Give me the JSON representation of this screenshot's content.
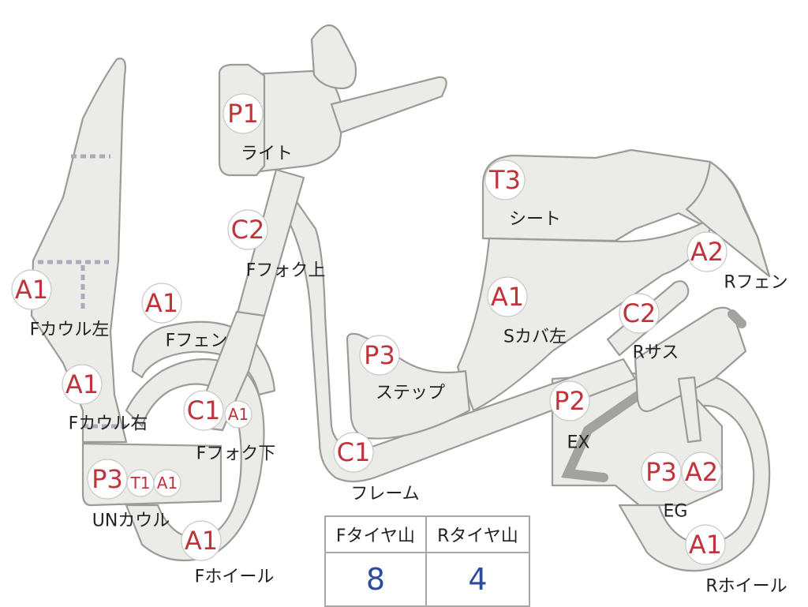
{
  "parts": [
    {
      "id": "light",
      "code": "P1",
      "label": "ライト"
    },
    {
      "id": "f-fork-upper",
      "code": "C2",
      "label": "Fフォク上"
    },
    {
      "id": "f-cowl-left",
      "code": "A1",
      "label": "Fカウル左"
    },
    {
      "id": "f-fender",
      "code": "A1",
      "label": "Fフェン"
    },
    {
      "id": "f-cowl-right",
      "code": "A1",
      "label": "Fカウル右"
    },
    {
      "id": "f-fork-lower",
      "code": "C1",
      "code2": "A1",
      "label": "Fフォク下"
    },
    {
      "id": "un-cowl",
      "code": "P3",
      "code2": "T1",
      "code3": "A1",
      "label": "UNカウル"
    },
    {
      "id": "f-wheel",
      "code": "A1",
      "label": "Fホイール"
    },
    {
      "id": "frame",
      "code": "C1",
      "label": "フレーム"
    },
    {
      "id": "step",
      "code": "P3",
      "label": "ステップ"
    },
    {
      "id": "seat",
      "code": "T3",
      "label": "シート"
    },
    {
      "id": "s-cover-left",
      "code": "A1",
      "label": "Sカバ左"
    },
    {
      "id": "r-fender",
      "code": "A2",
      "label": "Rフェン"
    },
    {
      "id": "r-sus",
      "code": "C2",
      "label": "Rサス"
    },
    {
      "id": "ex",
      "code": "P2",
      "label": "EX"
    },
    {
      "id": "eg",
      "code": "P3",
      "code2": "A2",
      "label": "EG"
    },
    {
      "id": "r-wheel",
      "code": "A1",
      "label": "Rホイール"
    }
  ],
  "tread_table": {
    "headers": [
      "Fタイヤ山",
      "Rタイヤ山"
    ],
    "values": [
      "8",
      "4"
    ]
  },
  "colors": {
    "part_fill": "#ebebe8",
    "part_stroke": "#9b9b98",
    "badge_text": "#c0333a",
    "value_text": "#2d4c9c",
    "cutline": "#a9acbb"
  }
}
